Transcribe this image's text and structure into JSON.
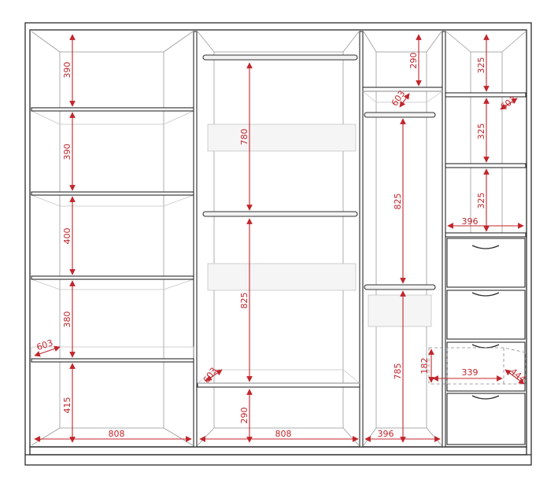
{
  "colors": {
    "dimension": "#c0262c",
    "outline": "#2b2b2b",
    "interior": "#9a9a9a"
  },
  "dimensions": {
    "left_h1": "390",
    "left_h2": "390",
    "left_h3": "400",
    "left_h4": "380",
    "left_h5": "415",
    "left_depth": "603",
    "left_width": "808",
    "center_h1": "780",
    "center_h2": "825",
    "center_h3": "290",
    "center_depth": "603",
    "center_width": "808",
    "right_h1": "290",
    "right_depth": "603",
    "right_h2": "825",
    "right_h3": "785",
    "right_width": "396",
    "far_h1": "325",
    "far_depth": "603",
    "far_h2": "325",
    "far_h3": "325",
    "far_width": "396",
    "drawer_height": "182",
    "drawer_width": "339",
    "drawer_depth": "444"
  }
}
